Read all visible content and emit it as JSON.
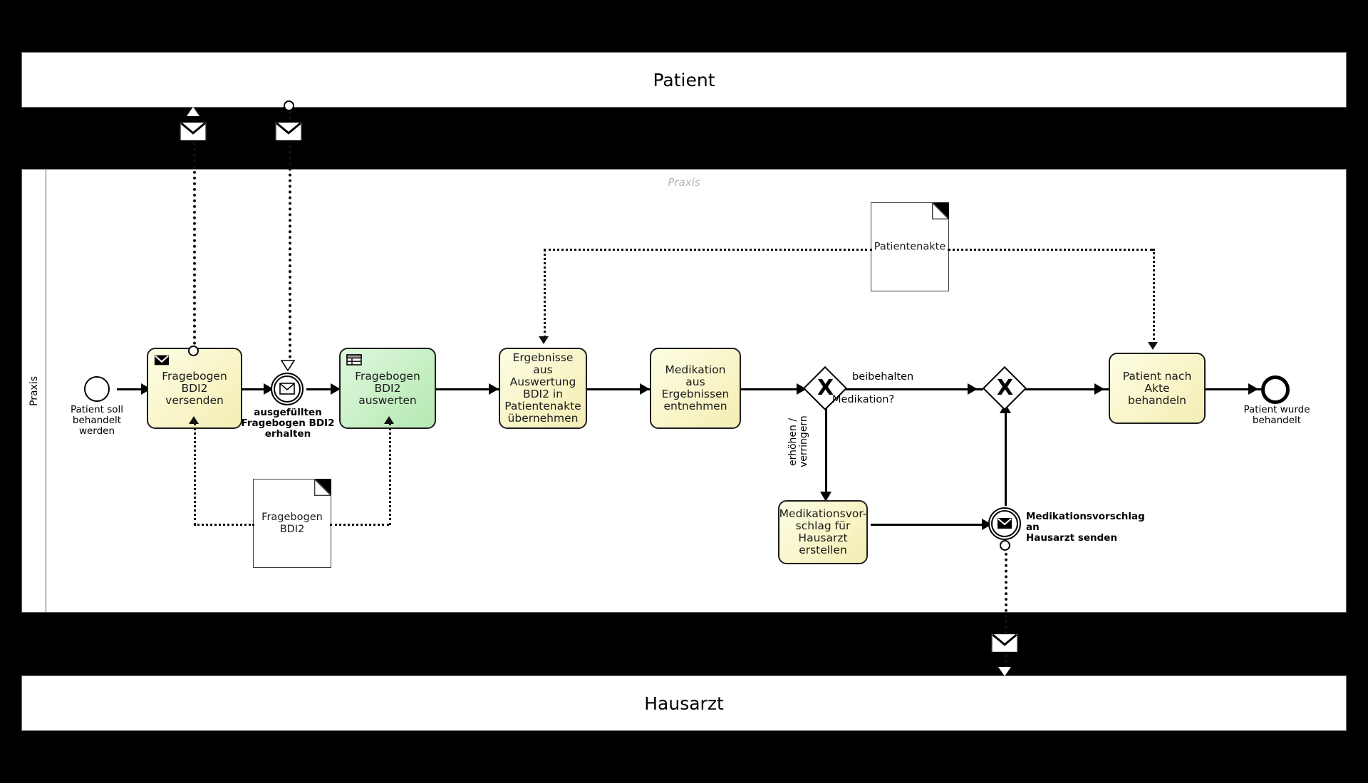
{
  "diagram": {
    "type": "bpmn-collaboration",
    "pools": [
      {
        "name": "Patient",
        "label": "Patient"
      },
      {
        "name": "Praxis",
        "label": "Praxis",
        "caption": "Praxis",
        "lane_label": "Praxis"
      },
      {
        "name": "Hausarzt",
        "label": "Hausarzt"
      }
    ]
  },
  "events": {
    "start": {
      "label": "Patient soll\nbehandelt\nwerden",
      "icon": "circle-thin-icon"
    },
    "message_received": {
      "label": "ausgefüllten\nFragebogen BDI2\nerhalten",
      "icon": "envelope-icon"
    },
    "message_send": {
      "label": "Medikationsvorschlag an\nHausarzt senden",
      "icon": "envelope-filled-icon"
    },
    "end": {
      "label": "Patient wurde\nbehandelt",
      "icon": "circle-thick-icon"
    }
  },
  "tasks": [
    {
      "id": "t1",
      "label": "Fragebogen\nBDI2 versenden",
      "color": "yellow",
      "icon": "envelope-filled-icon"
    },
    {
      "id": "t2",
      "label": "Fragebogen\nBDI2 auswerten",
      "color": "green",
      "icon": "business-rule-table-icon"
    },
    {
      "id": "t3",
      "label": "Ergebnisse aus\nAuswertung\nBDI2 in\nPatientenakte\nübernehmen",
      "color": "yellow",
      "icon": ""
    },
    {
      "id": "t4",
      "label": "Medikation aus\nErgebnissen\nentnehmen",
      "color": "yellow",
      "icon": ""
    },
    {
      "id": "t5",
      "label": "Medikationsvor-\nschlag für\nHausarzt\nerstellen",
      "color": "yellow",
      "icon": ""
    },
    {
      "id": "t6",
      "label": "Patient nach\nAkte behandeln",
      "color": "yellow",
      "icon": ""
    }
  ],
  "gateways": [
    {
      "id": "g1",
      "type": "exclusive",
      "symbol": "X",
      "question": "Medikation?",
      "flows": [
        "beibehalten",
        "erhöhen /\nverringern"
      ]
    },
    {
      "id": "g2",
      "type": "exclusive",
      "symbol": "X"
    }
  ],
  "flow_labels": {
    "beibehalten": "beibehalten",
    "medikation_question": "Medikation?",
    "erhoehen_verringern": "erhöhen /\nverringern"
  },
  "data_objects": [
    {
      "id": "d1",
      "label": "Fragebogen\nBDI2"
    },
    {
      "id": "d2",
      "label": "Patientenakte"
    }
  ],
  "colors": {
    "task_yellow": "#f7f3c3",
    "task_green": "#c7efc4",
    "stroke": "#1d1d1d",
    "background": "#000000",
    "pool_fill": "#ffffff",
    "caption_gray": "#b5b5b5"
  }
}
